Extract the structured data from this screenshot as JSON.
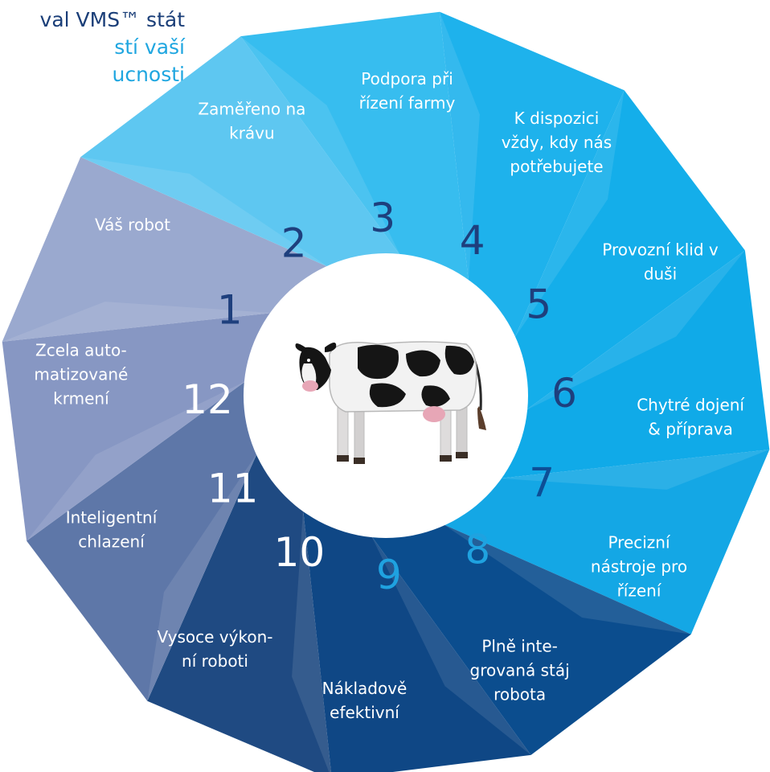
{
  "headline": {
    "line1": "val VMS™ stát",
    "line2": "stí vaší",
    "line3": "ucnosti"
  },
  "segments": [
    {
      "number": "1",
      "label": [
        "Váš robot"
      ],
      "color": "#9aa9cf",
      "number_color": "#1e3f7d"
    },
    {
      "number": "2",
      "label": [
        "Zaměřeno na",
        "krávu"
      ],
      "color": "#5ec7f1",
      "number_color": "#1e3f7d"
    },
    {
      "number": "3",
      "label": [
        "Podpora při",
        "řízení farmy"
      ],
      "color": "#37bdef",
      "number_color": "#1e3f7d"
    },
    {
      "number": "4",
      "label": [
        "K dispozici",
        "vždy, kdy nás",
        "potřebujete"
      ],
      "color": "#1eb2ec",
      "number_color": "#1e3f7d"
    },
    {
      "number": "5",
      "label": [
        "Provozní klid v",
        "duši"
      ],
      "color": "#14aeea",
      "number_color": "#1e3f7d"
    },
    {
      "number": "6",
      "label": [
        "Chytré dojení",
        "& příprava"
      ],
      "color": "#10aae8",
      "number_color": "#1e3f7d"
    },
    {
      "number": "7",
      "label": [
        "Precizní",
        "nástroje pro",
        "řízení"
      ],
      "color": "#14a7e5",
      "number_color": "#0d4e96"
    },
    {
      "number": "8",
      "label": [
        "Plně inte-",
        "grovaná stáj",
        "robota"
      ],
      "color": "#0b4d8e",
      "number_color": "#1fa2e0"
    },
    {
      "number": "9",
      "label": [
        "Nákladově",
        "efektivní"
      ],
      "color": "#0f4785",
      "number_color": "#1fa2e0"
    },
    {
      "number": "10",
      "label": [
        "Vysoce výkon-",
        "ní roboti"
      ],
      "color": "#1f4a82",
      "number_color": "#ffffff"
    },
    {
      "number": "11",
      "label": [
        "Inteligentní",
        "chlazení"
      ],
      "color": "#5e77a8",
      "number_color": "#ffffff"
    },
    {
      "number": "12",
      "label": [
        "Zcela auto-",
        "matizované",
        "krmení"
      ],
      "color": "#8797c3",
      "number_color": "#ffffff"
    }
  ],
  "center_image": "cow-illustration"
}
